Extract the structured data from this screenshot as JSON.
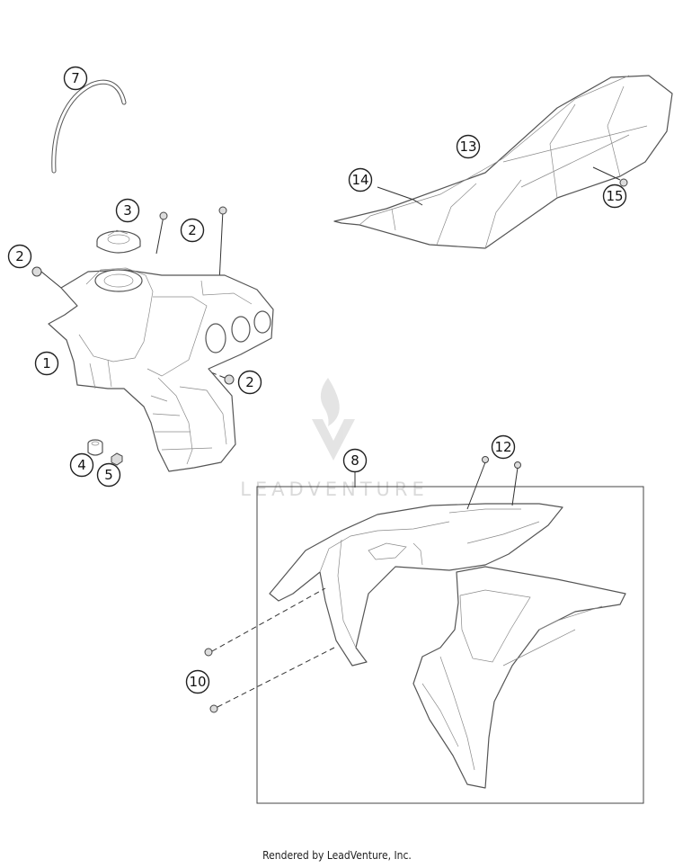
{
  "callouts": [
    "1",
    "2",
    "3",
    "4",
    "5",
    "7",
    "8",
    "10",
    "12",
    "13",
    "14",
    "15"
  ],
  "watermark": "LEADVENTURE",
  "footer": "Rendered by LeadVenture, Inc."
}
